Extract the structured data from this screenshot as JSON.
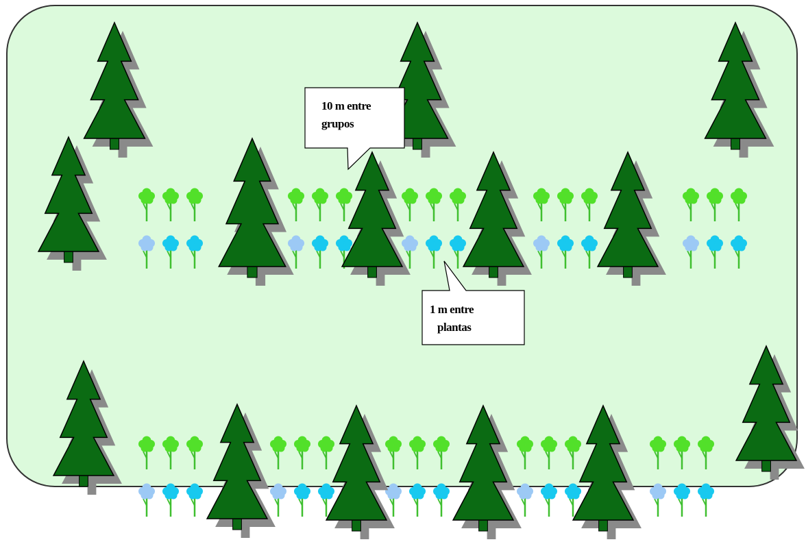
{
  "colors": {
    "plot_fill": "#dcfadc",
    "plot_stroke": "#333333",
    "tree_fill": "#0b6b13",
    "tree_stroke": "#000000",
    "tree_shadow": "#8a8a8a",
    "trunk": "#0b6b13",
    "sapling_green": "#52e02a",
    "sapling_cyan": "#18c9ef",
    "sapling_pale_blue": "#9cc9f5",
    "sapling_stem": "#3fbf2f",
    "callout_fill": "#ffffff",
    "callout_stroke": "#000000"
  },
  "icons": {
    "tree": "conifer-tree-icon",
    "sapling": "sapling-icon"
  },
  "callouts": {
    "group_spacing": {
      "line1": "10 m entre",
      "line2": "grupos"
    },
    "plant_spacing": {
      "line1": "1 m entre",
      "line2": "plantas"
    }
  }
}
